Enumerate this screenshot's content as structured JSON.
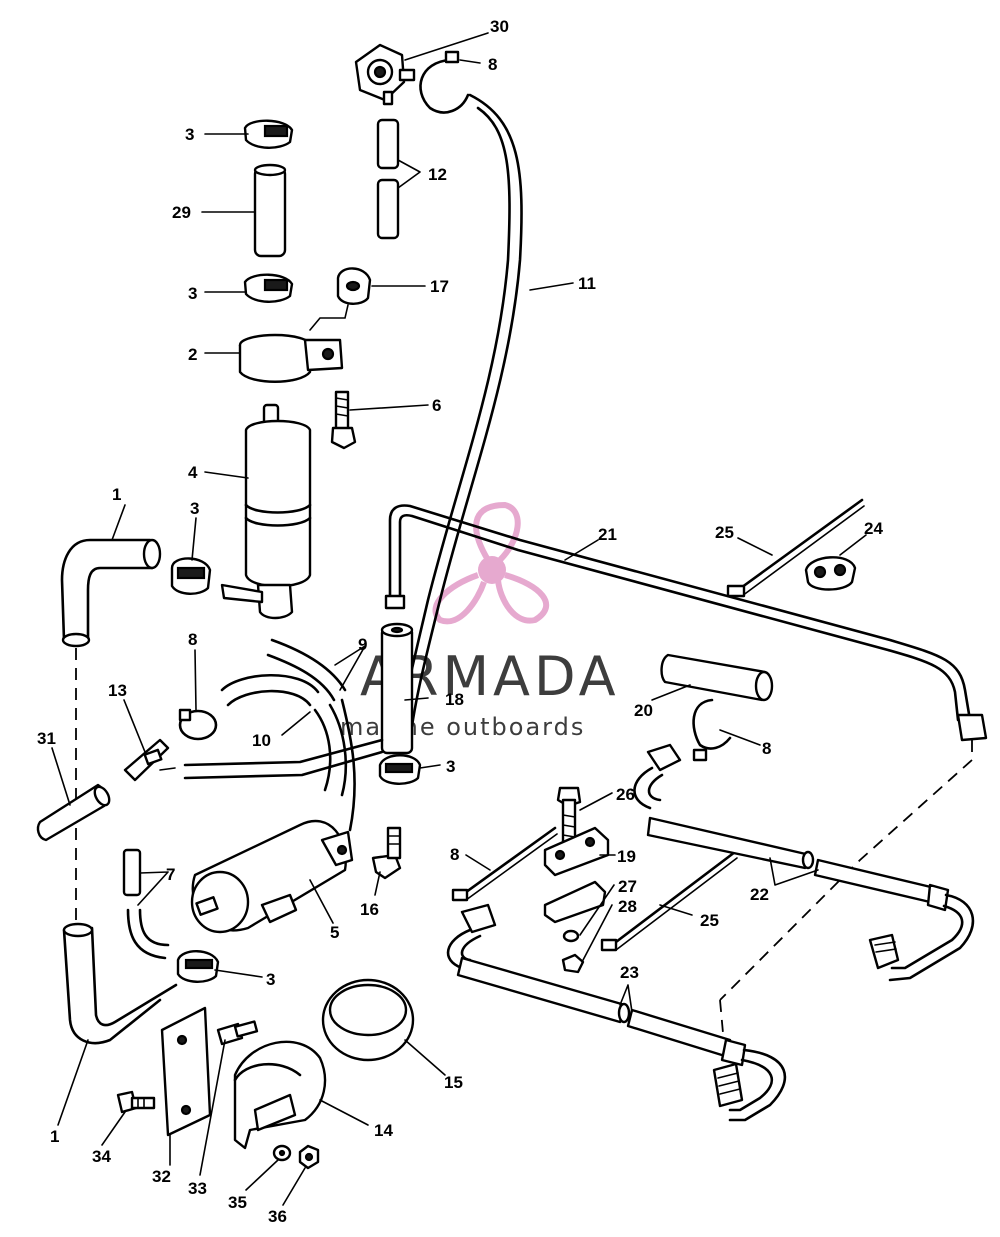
{
  "watermark": {
    "brand": "ARMADA",
    "tagline": "marine outboards",
    "logo_color": "#e6a9cf",
    "text_color": "#3d3d3d"
  },
  "callouts": {
    "c1a": "1",
    "c1b": "1",
    "c2": "2",
    "c3a": "3",
    "c3b": "3",
    "c3c": "3",
    "c3d": "3",
    "c3e": "3",
    "c4": "4",
    "c5": "5",
    "c6": "6",
    "c7": "7",
    "c8a": "8",
    "c8b": "8",
    "c8c": "8",
    "c8d": "8",
    "c9": "9",
    "c10": "10",
    "c11": "11",
    "c12": "12",
    "c13": "13",
    "c14": "14",
    "c15": "15",
    "c16": "16",
    "c17": "17",
    "c18": "18",
    "c19": "19",
    "c20": "20",
    "c21": "21",
    "c22": "22",
    "c23": "23",
    "c24": "24",
    "c25a": "25",
    "c25b": "25",
    "c26": "26",
    "c27": "27",
    "c28": "28",
    "c29": "29",
    "c30": "30",
    "c31": "31",
    "c32": "32",
    "c33": "33",
    "c34": "34",
    "c35": "35",
    "c36": "36"
  }
}
